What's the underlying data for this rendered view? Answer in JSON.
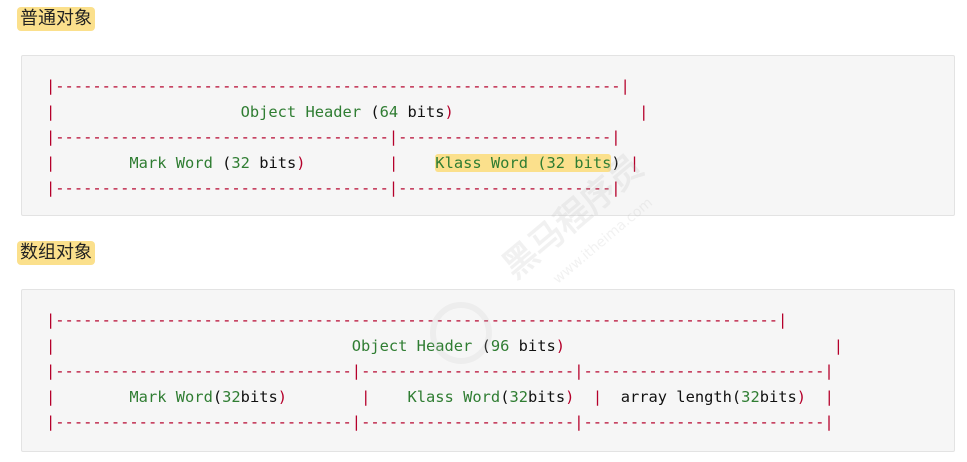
{
  "sections": [
    {
      "title": "普通对象",
      "rows": [
        [
          "|",
          "-------------------------------------------------------------",
          "|"
        ],
        [
          "|                    ",
          "Object",
          " ",
          "Header",
          " (",
          "64",
          " ",
          "bits",
          ")                    |"
        ],
        [
          "|",
          "------------------------------------",
          "|",
          "-----------------------",
          "|"
        ],
        [
          "|        ",
          "Mark",
          " ",
          "Word",
          " (",
          "32",
          " ",
          "bits",
          ")         |    ",
          "Klass Word (32 bits",
          ")",
          " |"
        ],
        [
          "|",
          "------------------------------------",
          "|",
          "-----------------------",
          "|"
        ]
      ]
    },
    {
      "title": "数组对象",
      "rows": [
        [
          "|",
          "------------------------------------------------------------------------------",
          "|"
        ],
        [
          "|                                ",
          "Object",
          " ",
          "Header",
          " (",
          "96",
          " ",
          "bits",
          ")                             |"
        ],
        [
          "|",
          "--------------------------------",
          "|",
          "-----------------------",
          "|",
          "--------------------------",
          "|"
        ],
        [
          "|        ",
          "Mark",
          " ",
          "Word",
          "(",
          "32",
          "bits",
          ")        |    ",
          "Klass",
          " ",
          "Word",
          "(",
          "32",
          "bits",
          ")  |  ",
          "array length(",
          "32",
          "bits",
          ")  |"
        ],
        [
          "|",
          "--------------------------------",
          "|",
          "-----------------------",
          "|",
          "--------------------------",
          "|"
        ]
      ]
    }
  ],
  "watermark": {
    "text": "黑马程序员",
    "subtext": "www.itheima.com"
  },
  "colors": {
    "highlight": "#fbe08c",
    "code_background": "#f6f6f6",
    "pipe_red": "#b5002b",
    "keyword_green": "#2f7d32"
  }
}
